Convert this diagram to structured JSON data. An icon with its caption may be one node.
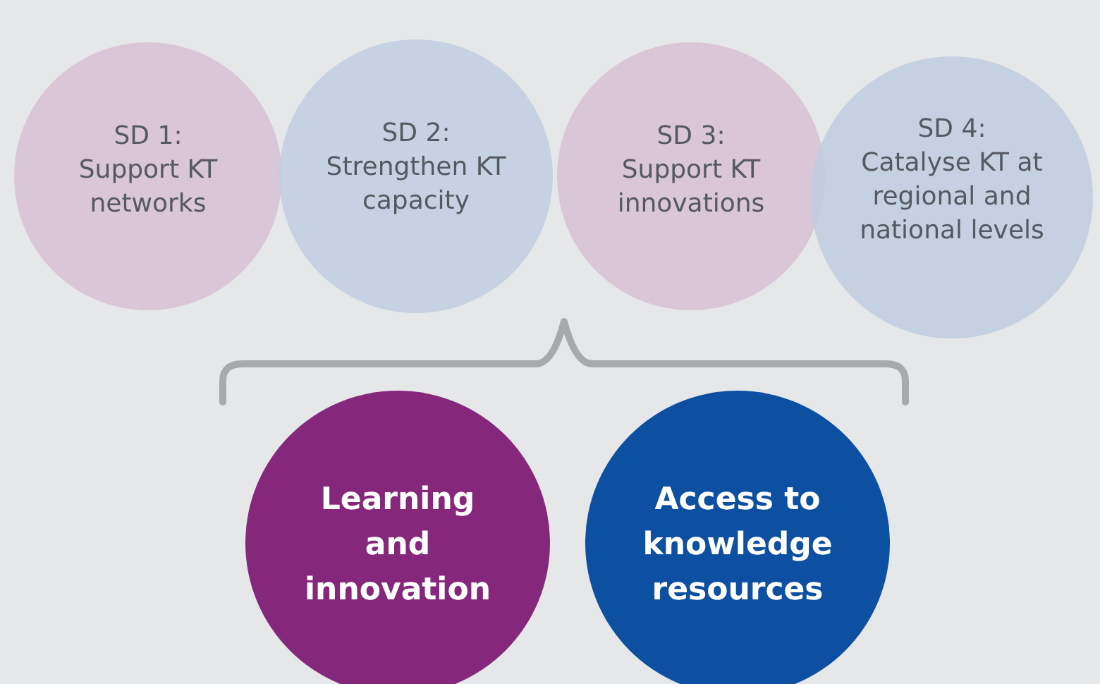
{
  "diagram": {
    "nodes": [
      {
        "text": [
          "SD 1:",
          "Support KT networks"
        ]
      },
      {
        "text": [
          "SD 2:",
          "Strengthen KT capacity"
        ]
      },
      {
        "text": [
          "SD 3:",
          "Support KT innovations"
        ]
      },
      {
        "text": [
          "SD 4:",
          "Catalyse KT at regional and national levels"
        ]
      },
      {
        "text": [
          "Learning and innovation"
        ]
      },
      {
        "text": [
          "Access to knowledge resources"
        ]
      }
    ]
  }
}
